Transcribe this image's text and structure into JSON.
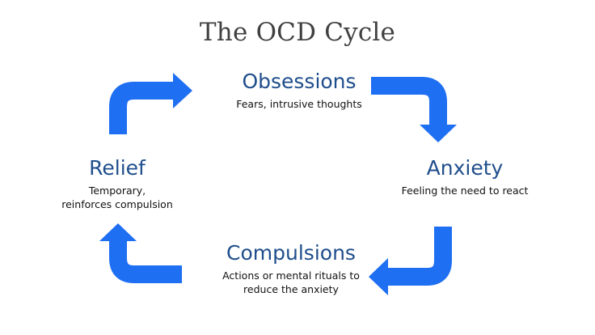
{
  "title": "The OCD Cycle",
  "colors": {
    "arrow": "#1f6ff2",
    "heading": "#1f4e8c",
    "title": "#404040"
  },
  "nodes": {
    "obsessions": {
      "heading": "Obsessions",
      "description": "Fears, intrusive thoughts"
    },
    "anxiety": {
      "heading": "Anxiety",
      "description": "Feeling the need to react"
    },
    "compulsions": {
      "heading": "Compulsions",
      "description_lines": [
        "Actions or mental rituals to",
        "reduce the anxiety"
      ]
    },
    "relief": {
      "heading": "Relief",
      "description_lines": [
        "Temporary,",
        "reinforces compulsion"
      ]
    }
  }
}
